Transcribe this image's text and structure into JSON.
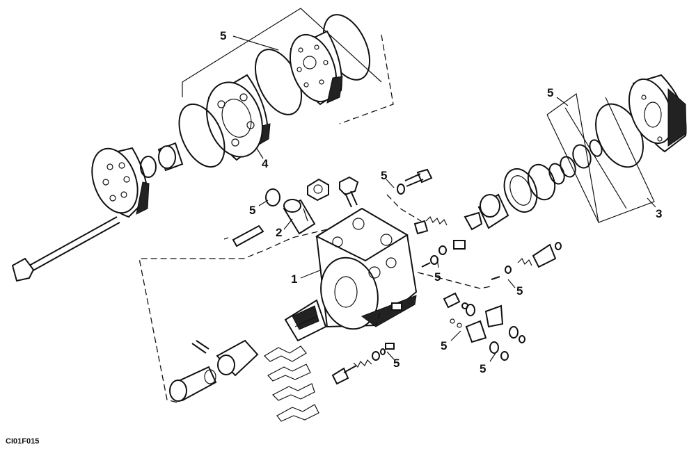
{
  "figure_id": "CI01F015",
  "callouts": {
    "c1": "1",
    "c2": "2",
    "c3": "3",
    "c4": "4",
    "c5": "5"
  },
  "colors": {
    "ink": "#111111",
    "background": "#ffffff"
  }
}
